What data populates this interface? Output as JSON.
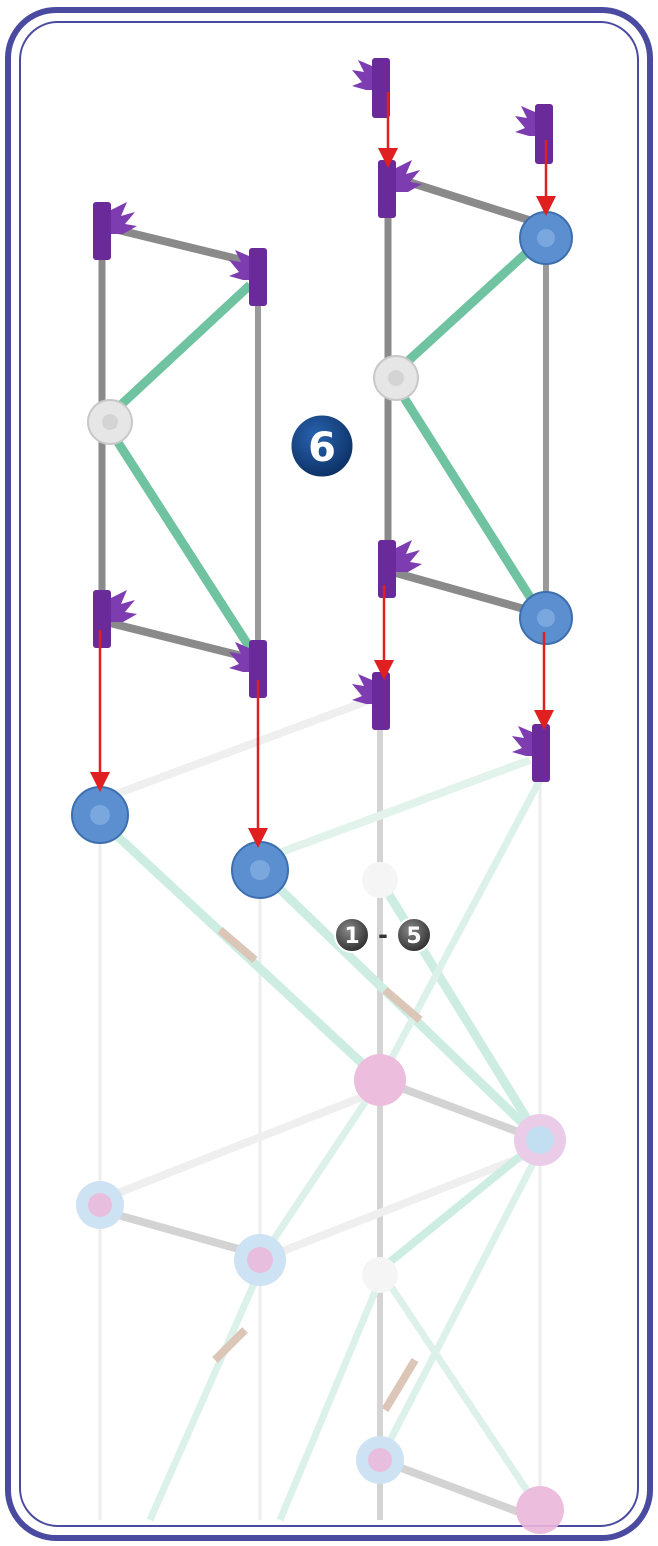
{
  "step": {
    "current": "6",
    "range_start": "1",
    "range_separator": "-",
    "range_end": "5"
  },
  "colors": {
    "border": "#4a4aa0",
    "step_badge": "#0e3c7a",
    "range_badge": "#4a4a4a",
    "arrow": "#e02020",
    "rod_gray": "#8a8a8a",
    "rod_green": "#6fc3a0",
    "connector_purple": "#6a2a9a",
    "connector_blue": "#5b8fd0",
    "connector_white": "#e8e8e8",
    "faded_pink": "#e5a8d0",
    "faded_blue": "#a8cce8",
    "faded_green": "#c8ece0",
    "faded_rod": "#d8d8d8",
    "faded_tan": "#d8c0b0"
  },
  "icons": {
    "purple_connector": "purple-connector-icon",
    "blue_connector": "blue-connector-icon",
    "white_connector": "white-connector-icon",
    "insert_arrow": "insert-arrow-icon"
  }
}
